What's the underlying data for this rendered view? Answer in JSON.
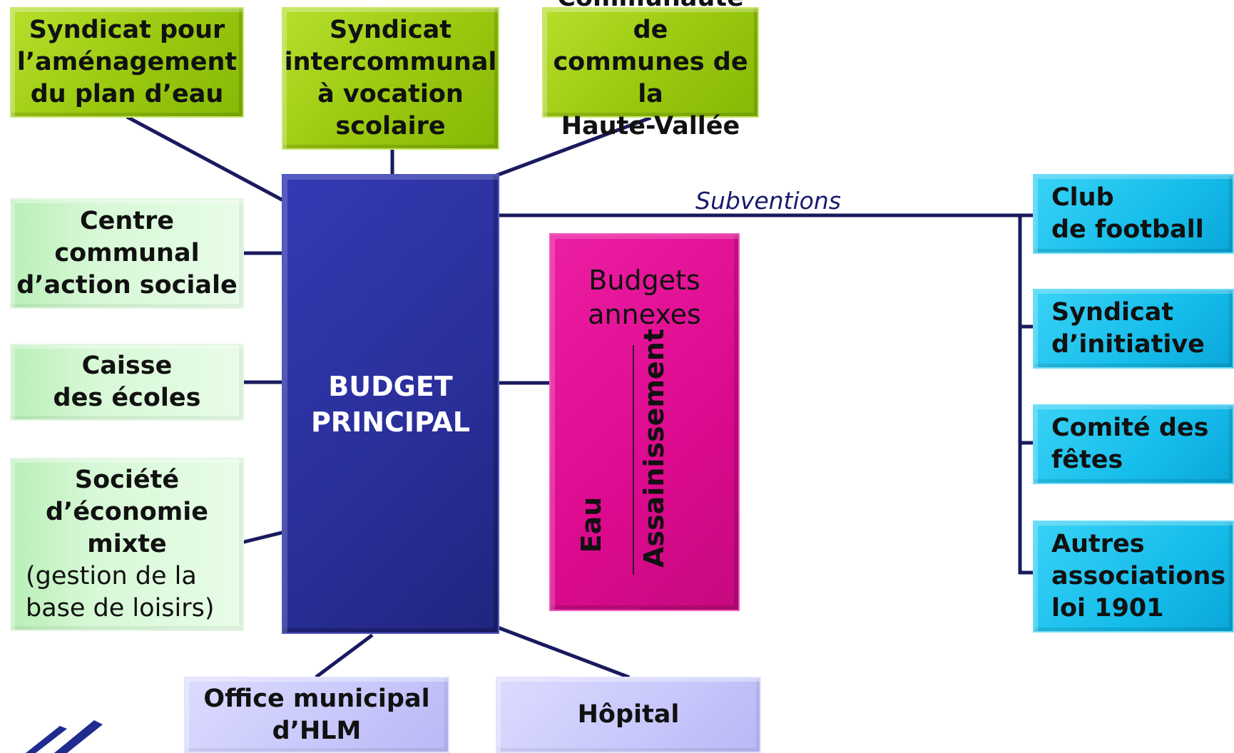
{
  "top_boxes": [
    {
      "label": "Syndicat pour\nl’aménagement\ndu plan d’eau"
    },
    {
      "label": "Syndicat\nintercommunal\nà vocation\nscolaire"
    },
    {
      "label": "Communauté de\ncommunes de la\nHaute-Vallée"
    }
  ],
  "left_boxes": [
    {
      "label": "Centre\ncommunal\nd’action sociale"
    },
    {
      "label": "Caisse\ndes écoles"
    },
    {
      "label": "Société\nd’économie\nmixte",
      "note": "(gestion de la\nbase de loisirs)"
    }
  ],
  "center": {
    "label": "BUDGET\nPRINCIPAL"
  },
  "annexes": {
    "title": "Budgets\nannexes",
    "columns": [
      "Eau",
      "Assainissement"
    ]
  },
  "subventions_label": "Subventions",
  "right_boxes": [
    {
      "label": "Club\nde football"
    },
    {
      "label": "Syndicat\nd’initiative"
    },
    {
      "label": "Comité des\nfêtes"
    },
    {
      "label": "Autres\nassociations\nloi 1901"
    }
  ],
  "bottom_boxes": [
    {
      "label": "Office municipal\nd’HLM"
    },
    {
      "label": "Hôpital"
    }
  ],
  "colors": {
    "yellow_green": "#99c80f",
    "light_green": "#d7f8d6",
    "lavender": "#c7c7fb",
    "cyan": "#16bdea",
    "navy": "#292e98",
    "magenta": "#dc0a8e",
    "connector": "#1a1a5e"
  }
}
